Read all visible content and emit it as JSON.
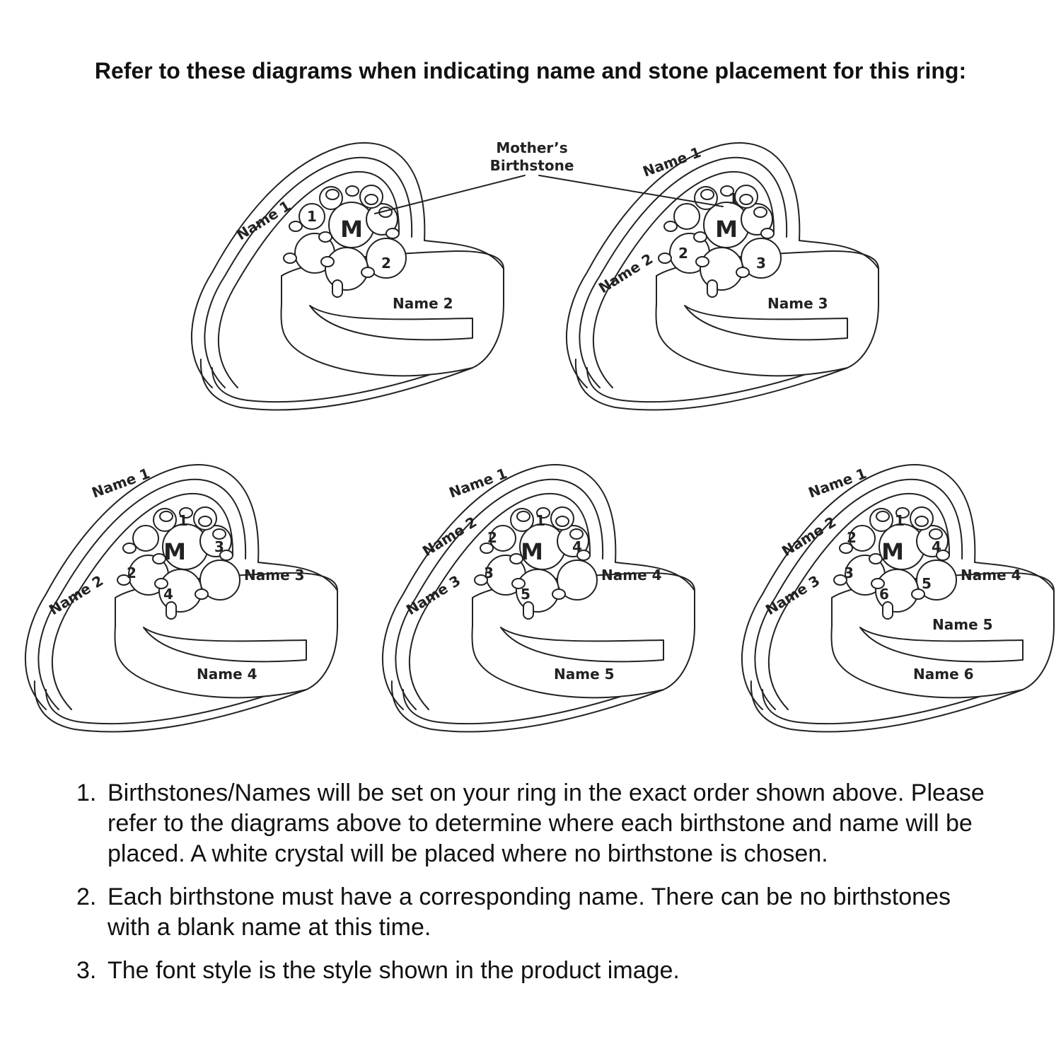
{
  "heading": "Refer to these diagrams when indicating name and stone placement for this ring:",
  "callout": {
    "line1": "Mother’s",
    "line2": "Birthstone"
  },
  "rings": [
    {
      "stones": [
        "M",
        "1",
        "2"
      ],
      "names": [
        "Name 1",
        "Name 2"
      ]
    },
    {
      "stones": [
        "M",
        "1",
        "2",
        "3"
      ],
      "names": [
        "Name 1",
        "Name 2",
        "Name 3"
      ]
    },
    {
      "stones": [
        "M",
        "1",
        "2",
        "3",
        "4"
      ],
      "names": [
        "Name 1",
        "Name 2",
        "Name 3",
        "Name 4"
      ]
    },
    {
      "stones": [
        "M",
        "1",
        "2",
        "3",
        "4",
        "5"
      ],
      "names": [
        "Name 1",
        "Name 2",
        "Name 3",
        "Name 4",
        "Name 5"
      ]
    },
    {
      "stones": [
        "M",
        "1",
        "2",
        "3",
        "4",
        "5",
        "6"
      ],
      "names": [
        "Name 1",
        "Name 2",
        "Name 3",
        "Name 4",
        "Name 5",
        "Name 6"
      ]
    }
  ],
  "notes": [
    {
      "num": "1.",
      "text": "Birthstones/Names will be set on your ring in the exact order shown above. Please refer to the diagrams above to determine where each birthstone and name will be placed. A white crystal will be placed where no birthstone is chosen."
    },
    {
      "num": "2.",
      "text": "Each birthstone must have a corresponding name. There can be no birthstones with a blank name at this time."
    },
    {
      "num": "3.",
      "text": "The font style is the style shown in the product image."
    }
  ]
}
